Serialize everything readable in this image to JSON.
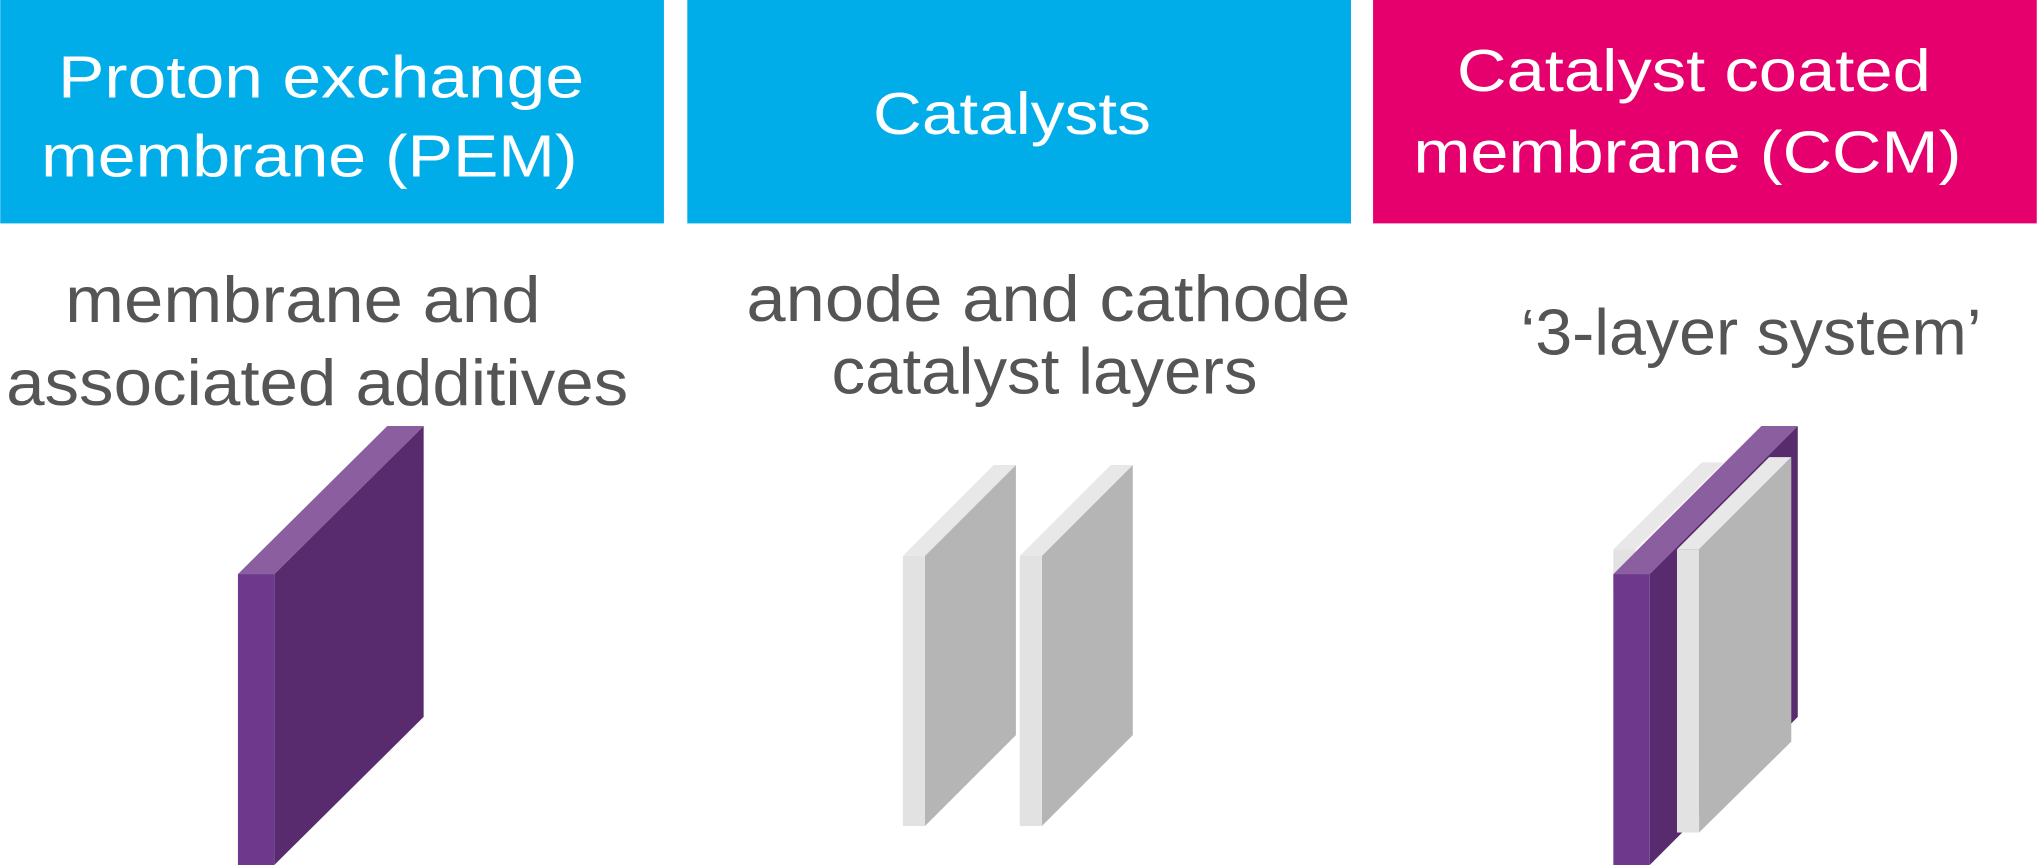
{
  "columns": [
    {
      "title_lines": [
        "Proton exchange",
        "membrane (PEM)"
      ],
      "description_lines": [
        "membrane and",
        "associated additives"
      ],
      "header_color": "#00ADE9",
      "illustration": "membrane-slab"
    },
    {
      "title_lines": [
        "Catalysts"
      ],
      "description_lines": [
        "anode and cathode",
        "catalyst layers"
      ],
      "header_color": "#00ADE9",
      "illustration": "two-catalyst-layers"
    },
    {
      "title_lines": [
        "Catalyst coated",
        "membrane (CCM)"
      ],
      "description_lines": [
        "‘3-layer system’"
      ],
      "header_color": "#E5006E",
      "illustration": "three-layer-stack"
    }
  ],
  "colors": {
    "membrane_front": "#6E388C",
    "membrane_top": "#8B5EA0",
    "membrane_side": "#582B6E",
    "catalyst_front": "#E2E2E2",
    "catalyst_top": "#E8E8E8",
    "catalyst_side": "#B5B5B5",
    "text": "#555555"
  }
}
